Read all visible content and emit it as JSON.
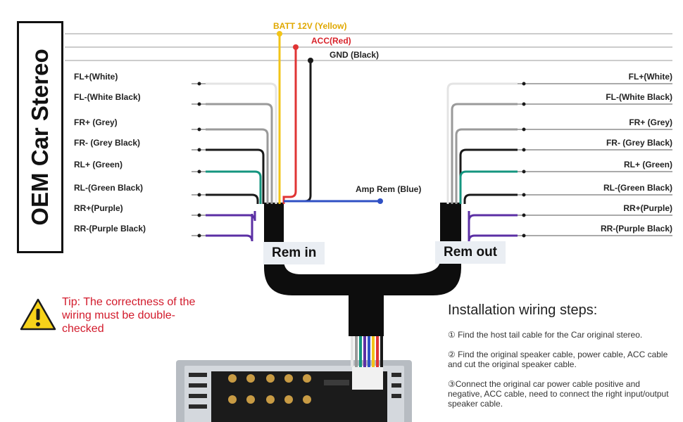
{
  "title": "OEM Car Stereo",
  "power_labels": {
    "batt": "BATT 12V (Yellow)",
    "acc": "ACC(Red)",
    "gnd": "GND (Black)"
  },
  "amp_rem": "Amp Rem (Blue)",
  "left_labels": [
    "FL+(White)",
    "FL-(White Black)",
    "FR+ (Grey)",
    "FR- (Grey Black)",
    "RL+ (Green)",
    "RL-(Green Black)",
    "RR+(Purple)",
    "RR-(Purple Black)"
  ],
  "right_labels": [
    "FL+(White)",
    "FL-(White Black)",
    "FR+ (Grey)",
    "FR- (Grey Black)",
    "RL+ (Green)",
    "RL-(Green Black)",
    "RR+(Purple)",
    "RR-(Purple Black)"
  ],
  "rem_in": "Rem in",
  "rem_out": "Rem out",
  "tip": "Tip: The correctness of the wiring must be double-checked",
  "steps": {
    "title": "Installation wiring steps:",
    "items": [
      "① Find the host tail cable for the Car original stereo.",
      "② Find the original speaker cable, power cable, ACC cable and cut the original speaker cable.",
      "③Connect the original car power cable positive and negative, ACC cable, need to connect the right input/output speaker cable."
    ]
  },
  "colors": {
    "white": "#e4e4e4",
    "grey": "#9a9a9a",
    "green": "#14957f",
    "purple": "#5b2fa4",
    "black": "#1a1a1a",
    "yellow": "#f2c418",
    "red": "#e03434",
    "blue": "#2f50c4",
    "batt_text": "#e0a800",
    "acc_text": "#d8232a"
  }
}
